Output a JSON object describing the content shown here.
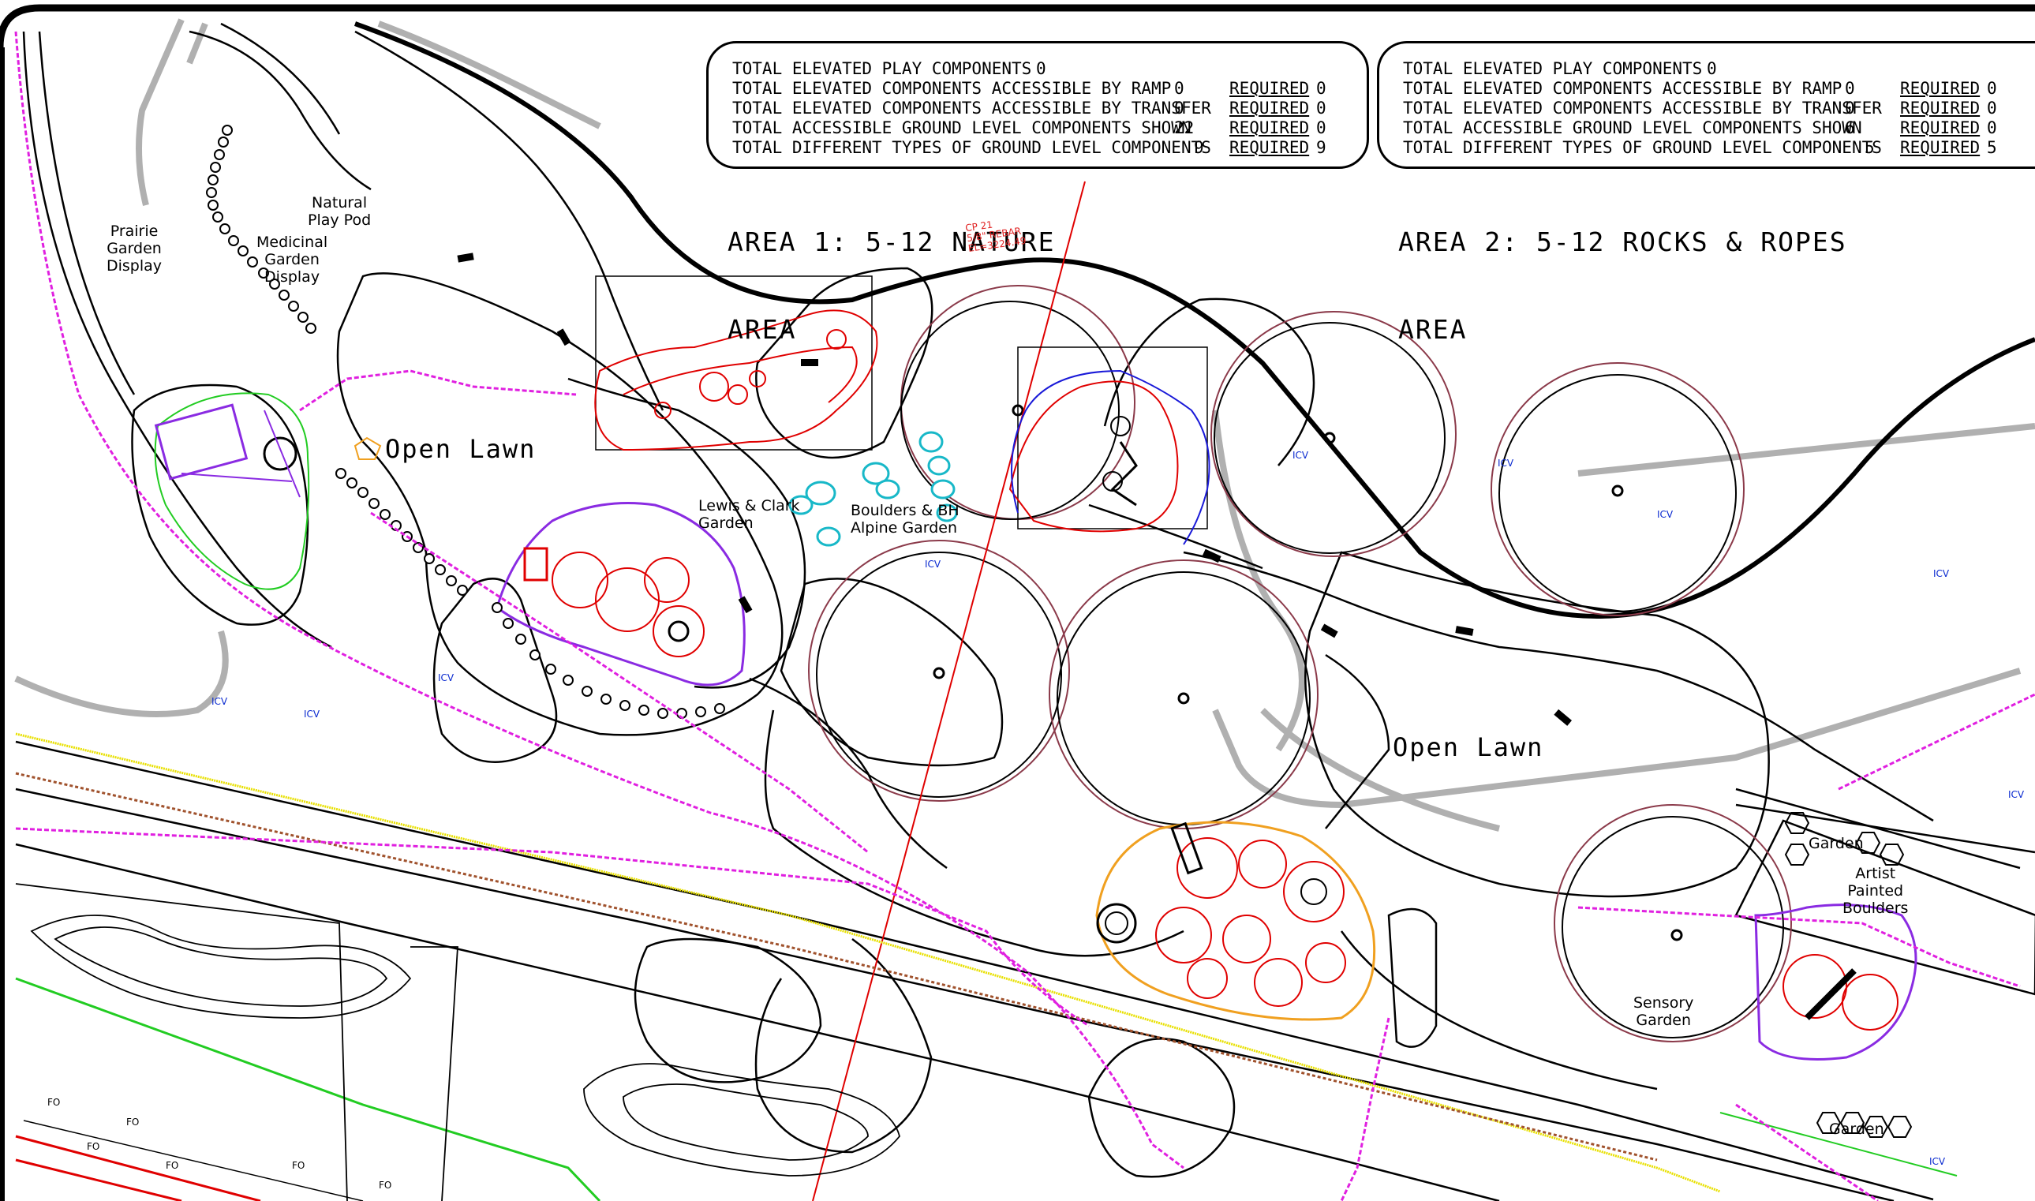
{
  "tables": [
    {
      "rows": [
        {
          "label": "TOTAL ELEVATED PLAY COMPONENTS",
          "value": "0",
          "req_label": "",
          "req_value": ""
        },
        {
          "label": "TOTAL ELEVATED COMPONENTS ACCESSIBLE BY RAMP",
          "value": "0",
          "req_label": "REQUIRED",
          "req_value": "0"
        },
        {
          "label": "TOTAL ELEVATED COMPONENTS ACCESSIBLE BY TRANSFER",
          "value": "0",
          "req_label": "REQUIRED",
          "req_value": "0"
        },
        {
          "label": "TOTAL ACCESSIBLE GROUND LEVEL COMPONENTS SHOWN",
          "value": "22",
          "req_label": "REQUIRED",
          "req_value": "0"
        },
        {
          "label": "TOTAL DIFFERENT TYPES OF GROUND LEVEL COMPONENTS",
          "value": "9",
          "req_label": "REQUIRED",
          "req_value": "9"
        }
      ],
      "title_line1": "AREA 1: 5-12 NATURE",
      "title_line2": "AREA"
    },
    {
      "rows": [
        {
          "label": "TOTAL ELEVATED PLAY COMPONENTS",
          "value": "0",
          "req_label": "",
          "req_value": ""
        },
        {
          "label": "TOTAL ELEVATED COMPONENTS ACCESSIBLE BY RAMP",
          "value": "0",
          "req_label": "REQUIRED",
          "req_value": "0"
        },
        {
          "label": "TOTAL ELEVATED COMPONENTS ACCESSIBLE BY TRANSFER",
          "value": "0",
          "req_label": "REQUIRED",
          "req_value": "0"
        },
        {
          "label": "TOTAL ACCESSIBLE GROUND LEVEL COMPONENTS SHOWN",
          "value": "6",
          "req_label": "REQUIRED",
          "req_value": "0"
        },
        {
          "label": "TOTAL DIFFERENT TYPES OF GROUND LEVEL COMPONENTS",
          "value": "5",
          "req_label": "REQUIRED",
          "req_value": "5"
        }
      ],
      "title_line1": "AREA 2: 5-12 ROCKS & ROPES",
      "title_line2": "AREA"
    }
  ],
  "labels": {
    "prairie": "Prairie\nGarden\nDisplay",
    "medicinal": "Medicinal\nGarden\nDisplay",
    "natural_play": "Natural\nPlay Pod",
    "lewis_clark": "Lewis & Clark\nGarden",
    "boulders": "Boulders & BH\nAlpine Garden",
    "sensory": "Sensory\nGarden",
    "garden_top": "Garden",
    "artist": "Artist\nPainted\nBoulders",
    "garden_bottom": "Garden"
  },
  "lawns": [
    "Open Lawn",
    "Open Lawn"
  ],
  "icv_text": "ICV",
  "fo_text": "FO",
  "survey_note": "CP 21\n5/8\" REBAR\nEL=3224.49",
  "colors": {
    "line": "#000000",
    "grey": "#b0b0b0",
    "magenta": "#e020e0",
    "red": "#e00000",
    "purple": "#8a2be2",
    "green": "#22cc22",
    "blue": "#1a1ad8",
    "cyan": "#18b8c8",
    "orange": "#f0a020",
    "yellow": "#e8e000",
    "brown": "#a0522d",
    "maroon": "#8b3a4a"
  }
}
